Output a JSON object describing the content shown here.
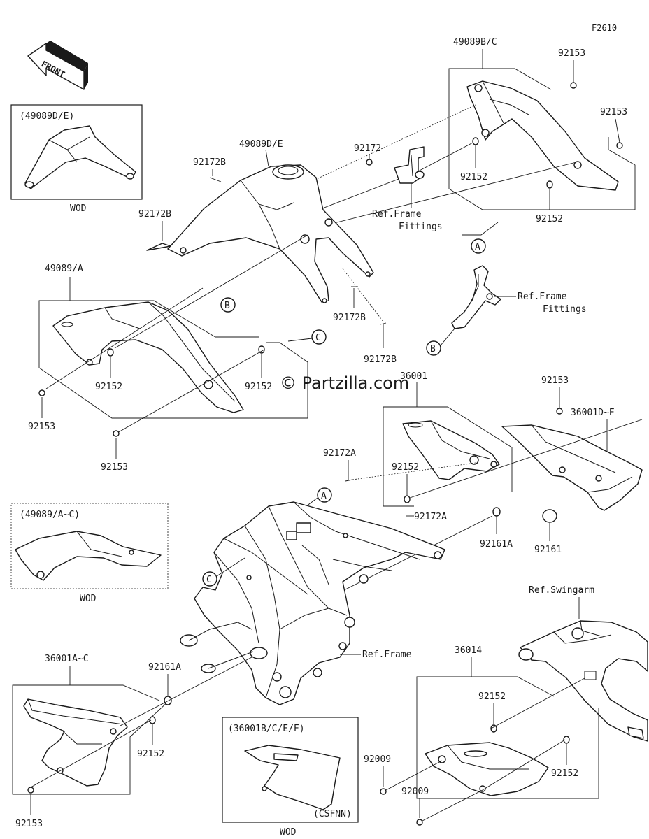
{
  "figure_code": "F2610",
  "front_arrow": "FRONT",
  "watermark": "© Partzilla.com",
  "parts": {
    "p_49089BC": "49089B/C",
    "p_92153_a": "92153",
    "p_92153_b": "92153",
    "p_49089DE_box": "(49089D/E)",
    "p_wod_1": "WOD",
    "p_49089DE": "49089D/E",
    "p_92172": "92172",
    "p_92172B_a": "92172B",
    "p_92152_a": "92152",
    "p_92172B_b": "92172B",
    "p_ref_frame_fit_a1": "Ref.Frame",
    "p_ref_frame_fit_a2": "Fittings",
    "p_92152_b": "92152",
    "p_49089A": "49089/A",
    "p_A_circ_1": "A",
    "p_B_circ_1": "B",
    "p_ref_frame_fit_b1": "Ref.Frame",
    "p_ref_frame_fit_b2": "Fittings",
    "p_92172B_c": "92172B",
    "p_C_circ_1": "C",
    "p_B_circ_2": "B",
    "p_92152_c": "92152",
    "p_92152_d": "92152",
    "p_92172B_d": "92172B",
    "p_36001": "36001",
    "p_92153_c": "92153",
    "p_92153_d": "92153",
    "p_92153_e": "92153",
    "p_36001DF": "36001D~F",
    "p_92172A_a": "92172A",
    "p_92152_e": "92152",
    "p_A_circ_2": "A",
    "p_92172A_b": "92172A",
    "p_92161A_a": "92161A",
    "p_92161": "92161",
    "p_49089AC_box": "(49089/A~C)",
    "p_C_circ_2": "C",
    "p_wod_2": "WOD",
    "p_ref_swingarm": "Ref.Swingarm",
    "p_36001AC": "36001A~C",
    "p_92161A_b": "92161A",
    "p_ref_frame": "Ref.Frame",
    "p_36014": "36014",
    "p_92152_f": "92152",
    "p_92152_g": "92152",
    "p_36001BCEF_box": "(36001B/C/E/F)",
    "p_92009_a": "92009",
    "p_92152_h": "92152",
    "p_92009_b": "92009",
    "p_92153_f": "92153",
    "p_csfnn": "(CSFNN)",
    "p_wod_3": "WOD"
  }
}
